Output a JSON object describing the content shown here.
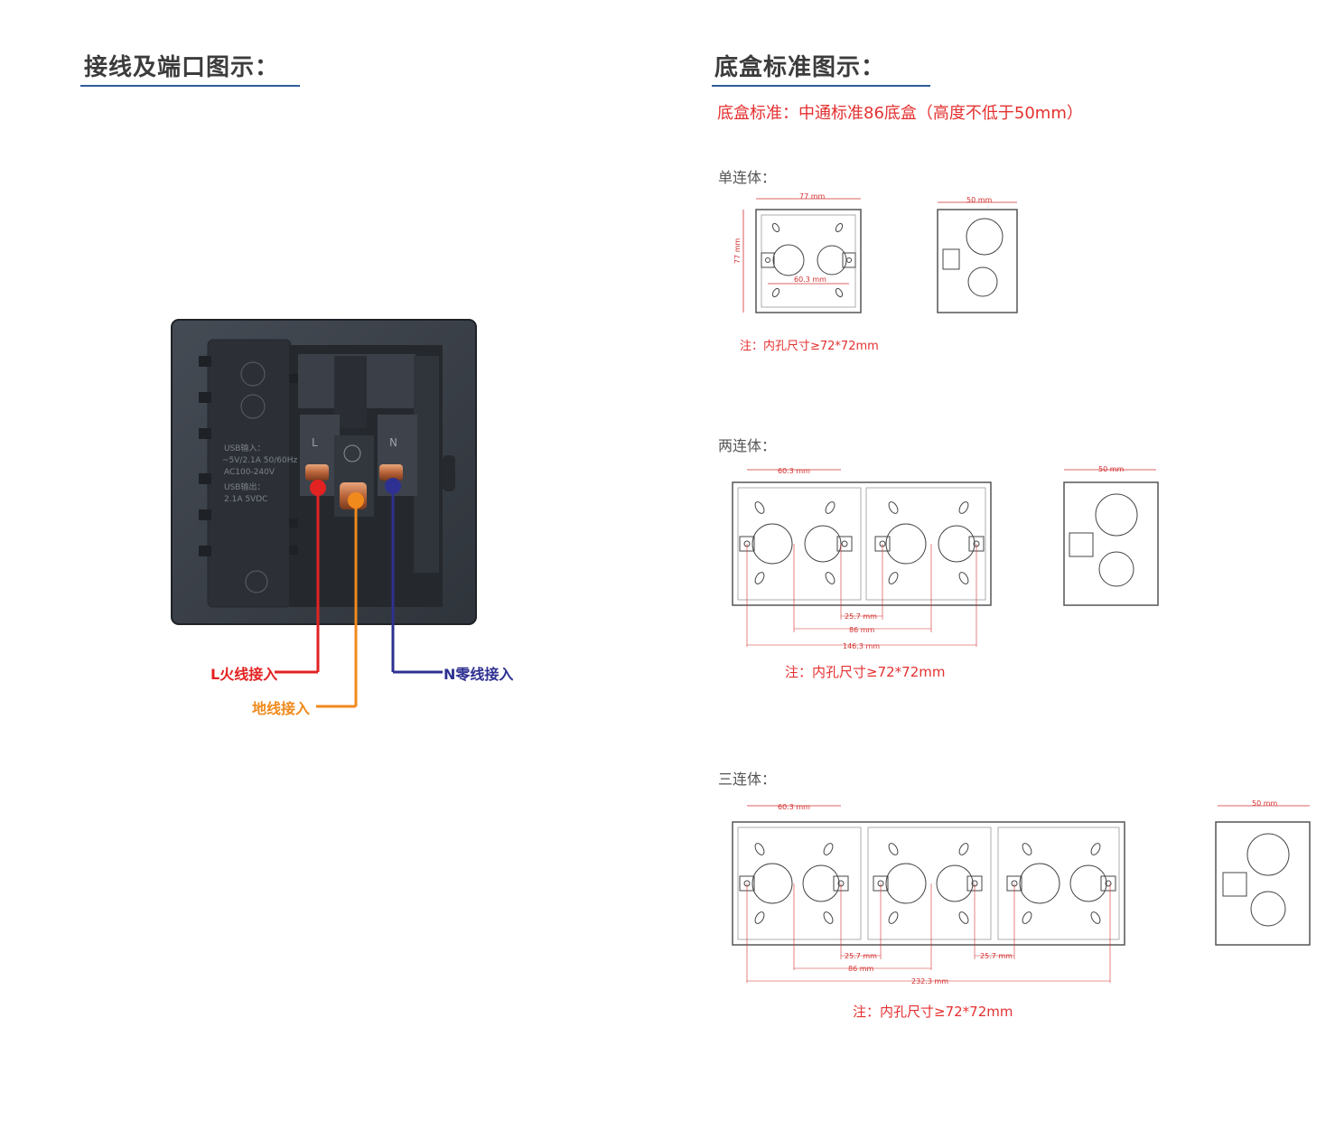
{
  "left_section": {
    "title": "接线及端口图示：",
    "wiring_labels": {
      "live": "L火线接入",
      "earth": "地线接入",
      "neutral": "N零线接入"
    },
    "socket_back_labels": {
      "usb_in": "USB输入：",
      "usb_in_spec1": "~5V/2.1A 50/60Hz",
      "usb_in_spec2": "AC100-240V",
      "usb_out": "USB输出：",
      "usb_out_spec": "2.1A 5VDC",
      "terminal_l": "L",
      "terminal_n": "N"
    }
  },
  "right_section": {
    "title": "底盒标准图示：",
    "standard_line": "底盒标准：中通标准86底盒（高度不低于50mm）",
    "single": {
      "label": "单连体：",
      "dim_width": "77 mm",
      "dim_height": "77 mm",
      "dim_hole": "60.3 mm",
      "dim_depth": "50 mm",
      "note": "注：内孔尺寸≥72*72mm"
    },
    "double": {
      "label": "两连体：",
      "dim_hole": "60.3 mm",
      "dim_gap": "25.7 mm",
      "dim_pitch": "86 mm",
      "dim_total": "146.3 mm",
      "dim_depth": "50 mm",
      "note": "注：内孔尺寸≥72*72mm"
    },
    "triple": {
      "label": "三连体：",
      "dim_hole": "60.3 mm",
      "dim_gap1": "25.7 mm",
      "dim_gap2": "25.7 mm",
      "dim_pitch": "86 mm",
      "dim_total": "232.3 mm",
      "dim_depth": "50 mm",
      "note": "注：内孔尺寸≥72*72mm"
    }
  },
  "colors": {
    "title_rule": "#2e5c99",
    "live_wire": "#e32222",
    "earth_wire": "#f08a1c",
    "neutral_wire": "#2e3191",
    "dimension_red": "#d32f2f",
    "panel_dark": "#3a3f47"
  }
}
